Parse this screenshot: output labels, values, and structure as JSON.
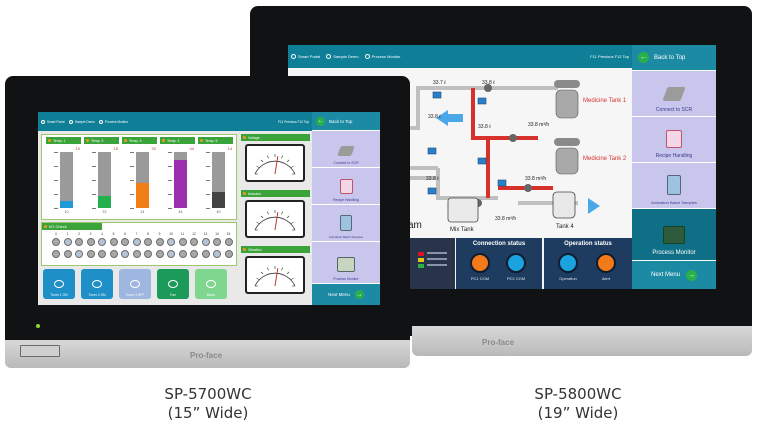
{
  "devices": {
    "large": {
      "brand": "Pro-face",
      "topbar": {
        "crumbs": [
          "Smart Portal",
          "Sample Demo",
          "Process Monitor"
        ],
        "right": "F11 Previous  F12 Top"
      },
      "nav": [
        {
          "label": "Back to Top"
        },
        {
          "label": "Connect to SCR"
        },
        {
          "label": "Recipe Handling"
        },
        {
          "label": "Animation Batch Samples"
        },
        {
          "label": "Process Monitor"
        },
        {
          "label": "Next Menu"
        }
      ],
      "process": {
        "flow_labels": [
          "33.7 ℓ",
          "33.8 ℓ",
          "33.8 ℓ",
          "33.8 ℓ",
          "33.8 ℓ",
          "33.8 m³/h",
          "33.8 m³/h",
          "33.8 m³/h"
        ],
        "tank1": "Medicine Tank 1",
        "tank2": "Medicine Tank 2",
        "tank4": "Tank 4",
        "mixtank": "Mix Tank",
        "steam": "am"
      },
      "connection": {
        "title": "Connection status",
        "labels": [
          "PC1 COM",
          "PC2 COM"
        ]
      },
      "operation": {
        "title": "Operation status",
        "labels": [
          "Operation",
          "Alert"
        ]
      }
    },
    "small": {
      "brand": "Pro-face",
      "topbar": {
        "crumbs": [
          "Smart Portal",
          "Sample Demo",
          "Process Monitor"
        ],
        "right": "F11 Previous  F12 Top"
      },
      "temps": [
        {
          "label": "Temp. 1",
          "value": "10",
          "fill": 0.12,
          "color": "#1f9ad6"
        },
        {
          "label": "Temp. 2",
          "value": "18",
          "fill": 0.22,
          "color": "#23b14d"
        },
        {
          "label": "Temp. 3",
          "value": "20",
          "fill": 0.45,
          "color": "#f07d16"
        },
        {
          "label": "Temp. 4",
          "value": "44",
          "fill": 0.85,
          "color": "#9b2fae"
        },
        {
          "label": "Temp. 5",
          "value": "14",
          "fill": 0.28,
          "color": "#444444"
        }
      ],
      "temp_bottom": [
        "10",
        "22",
        "24",
        "44",
        "40"
      ],
      "io_title": "I/O Check",
      "io_numbers": [
        "0",
        "1",
        "2",
        "3",
        "4",
        "5",
        "6",
        "7",
        "8",
        "9",
        "10",
        "11",
        "12",
        "13",
        "14",
        "15"
      ],
      "gauges": [
        "Voltage",
        "Actuator",
        "Vibration"
      ],
      "tiles": [
        {
          "label": "Tuner 1 ON",
          "color": "#1f8fc7"
        },
        {
          "label": "Tuner 2 ON",
          "color": "#1f8fc7"
        },
        {
          "label": "Tuner 3 OFF",
          "color": "#9fb6e0"
        },
        {
          "label": "Fan",
          "color": "#1b9a5a"
        },
        {
          "label": "Motor",
          "color": "#7fd68f"
        }
      ],
      "nav": [
        {
          "label": "Back to Top"
        },
        {
          "label": "Connect to SCR"
        },
        {
          "label": "Recipe Handling"
        },
        {
          "label": "Animation Batch Samples"
        },
        {
          "label": "Process Monitor"
        },
        {
          "label": "Next Menu"
        }
      ]
    }
  },
  "captions": {
    "left_model": "SP-5700WC",
    "left_size": "(15” Wide)",
    "right_model": "SP-5800WC",
    "right_size": "(19” Wide)"
  }
}
